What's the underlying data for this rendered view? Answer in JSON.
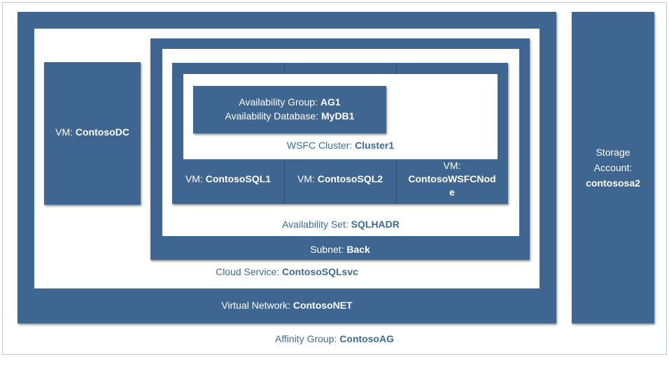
{
  "colors": {
    "box_fill": "#3e6690",
    "label_on_white": "#3b6b96",
    "frame_border": "#b9cbe0"
  },
  "affinity_group": {
    "prefix": "Affinity Group: ",
    "name": "ContosoAG"
  },
  "virtual_network": {
    "prefix": "Virtual Network: ",
    "name": "ContosoNET"
  },
  "cloud_service": {
    "prefix": "Cloud Service: ",
    "name": "ContosoSQLsvc"
  },
  "subnet": {
    "prefix": "Subnet: ",
    "name": "Back"
  },
  "availability_set": {
    "prefix": "Availability Set: ",
    "name": "SQLHADR"
  },
  "wsfc_cluster": {
    "prefix": "WSFC Cluster: ",
    "name": "Cluster1"
  },
  "availability_group": {
    "ag_prefix": "Availability Group: ",
    "ag_name": "AG1",
    "db_prefix": "Availability Database: ",
    "db_name": "MyDB1"
  },
  "vm_dc": {
    "prefix": "VM: ",
    "name": "ContosoDC"
  },
  "vms": [
    {
      "prefix": "VM: ",
      "name": "ContosoSQL1"
    },
    {
      "prefix": "VM: ",
      "name": "ContosoSQL2"
    },
    {
      "prefix": "VM:",
      "name_line1": "ContosoWSFCNod",
      "name_line2": "e"
    }
  ],
  "storage": {
    "line1": "Storage",
    "line2": "Account:",
    "name": "contososa2"
  }
}
